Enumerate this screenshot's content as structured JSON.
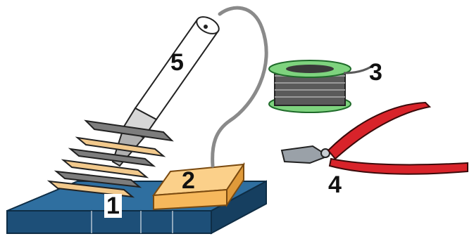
{
  "labels": {
    "stand": "1",
    "sponge": "2",
    "solder": "3",
    "cutters": "4",
    "iron": "5"
  },
  "colors": {
    "base_top": "#2f6fa0",
    "base_front": "#1d4f78",
    "stand_bar": "#f2c98c",
    "stand_bar_dark": "#7d7d7d",
    "sponge": "#f6b85c",
    "cable": "#8a8a8a",
    "spool_rim": "#7ed37e",
    "solder_wire": "#5a5a5a",
    "cutter_handle": "#d8232a",
    "cutter_jaw": "#9aa1a8"
  },
  "icons": [
    "soldering-stand-icon",
    "cleaning-sponge-icon",
    "solder-spool-icon",
    "wire-cutters-icon",
    "soldering-iron-icon"
  ]
}
